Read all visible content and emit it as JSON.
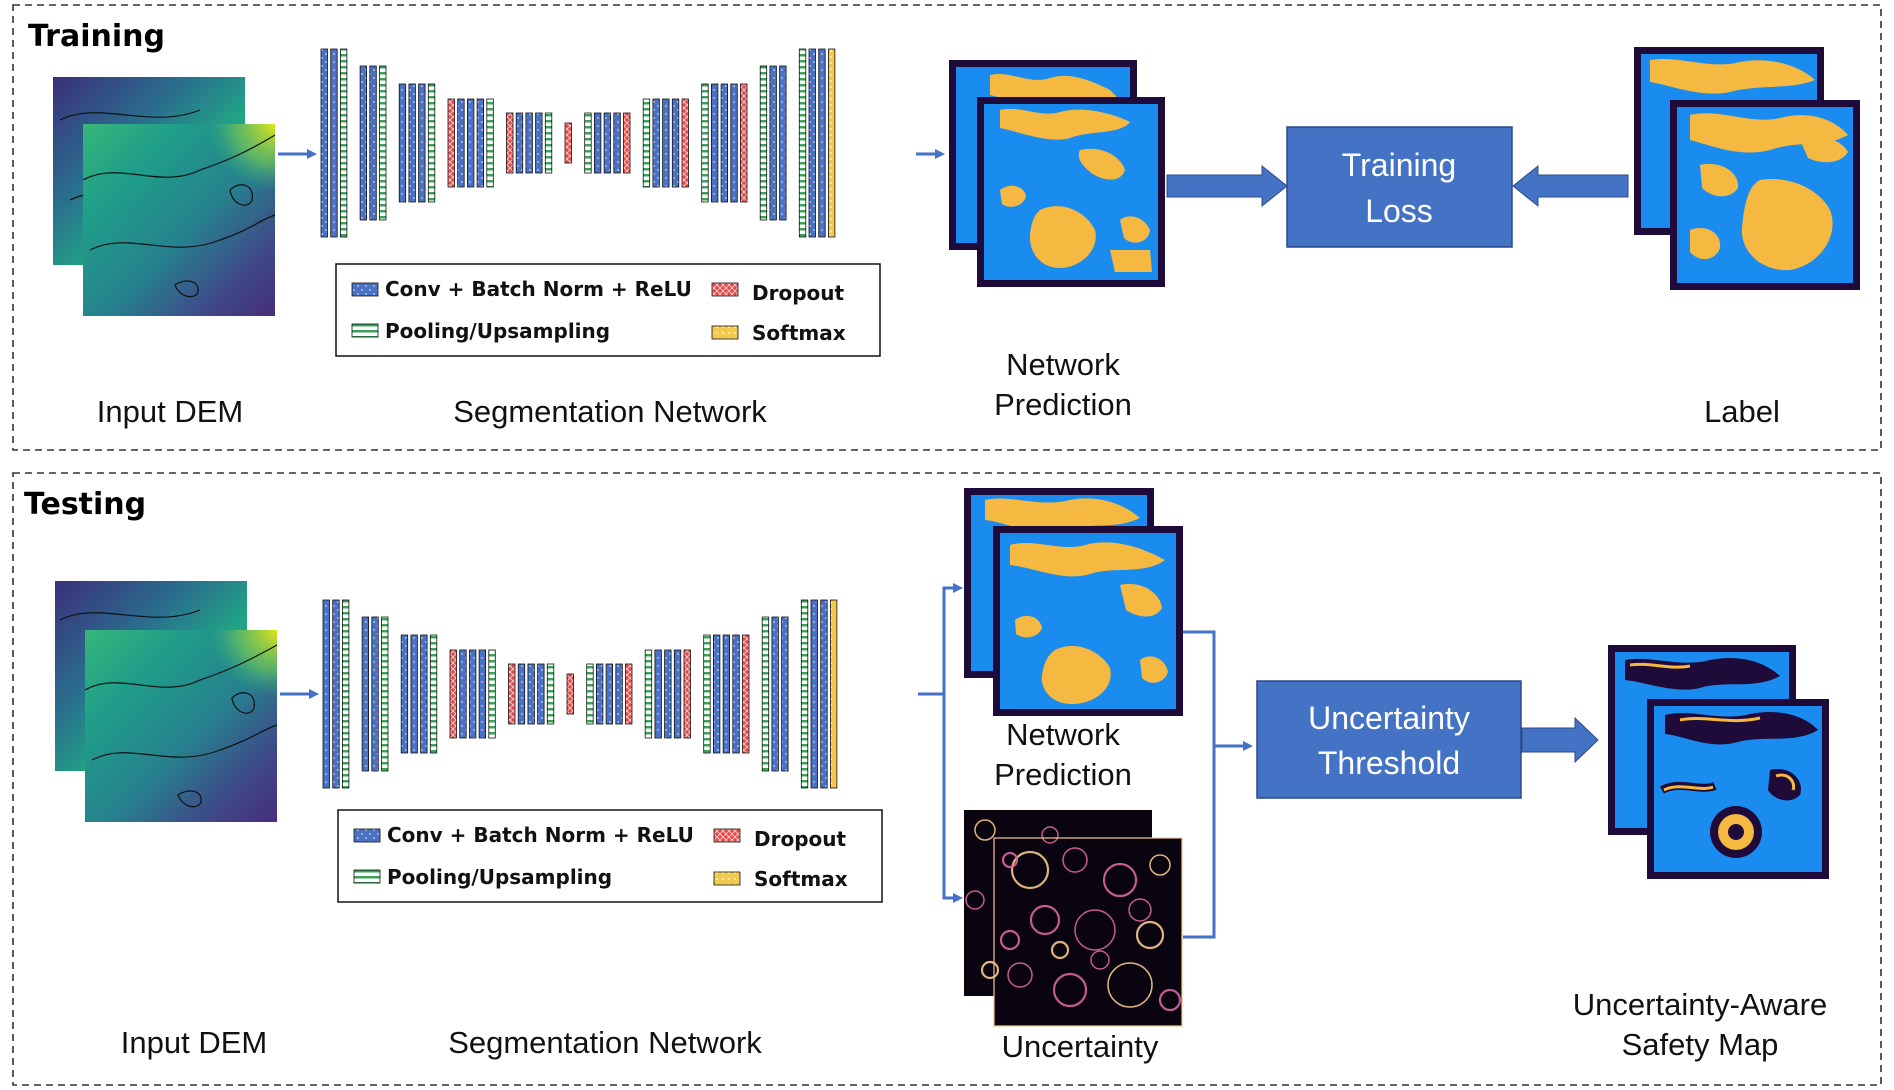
{
  "panels": [
    {
      "id": "training",
      "header": "Training",
      "labels": {
        "input": "Input DEM",
        "network": "Segmentation Network",
        "prediction_line1": "Network",
        "prediction_line2": "Prediction",
        "label": "Label"
      },
      "loss_box": {
        "line1": "Training",
        "line2": "Loss"
      }
    },
    {
      "id": "testing",
      "header": "Testing",
      "labels": {
        "input": "Input DEM",
        "network": "Segmentation Network",
        "prediction_line1": "Network",
        "prediction_line2": "Prediction",
        "uncertainty": "Uncertainty",
        "safety_line1": "Uncertainty-Aware",
        "safety_line2": "Safety Map"
      },
      "threshold_box": {
        "line1": "Uncertainty",
        "line2": "Threshold"
      }
    }
  ],
  "legend": {
    "conv": "Conv + Batch Norm + ReLU",
    "pool": "Pooling/Upsampling",
    "dropout": "Dropout",
    "softmax": "Softmax"
  },
  "colors": {
    "conv": "#4a72c4",
    "pool": "#ffffff",
    "pool_stripe": "#3aa35a",
    "dropout": "#e84a4a",
    "softmax": "#f2c94c",
    "arrow": "#4472c4",
    "box_fill": "#4472c4",
    "map_frame": "#1e0b3a",
    "map_blue": "#1a8cf0",
    "map_orange": "#f5b840",
    "uncert_dark": "#0a0410",
    "uncert_glow": "#f6c98a",
    "dem_dark": "#443a83",
    "dem_mid": "#2a788e",
    "dem_light": "#22a884",
    "dem_yellow": "#d9e021"
  },
  "icons": [
    "block-arrow-icon",
    "connector-arrow-icon"
  ]
}
